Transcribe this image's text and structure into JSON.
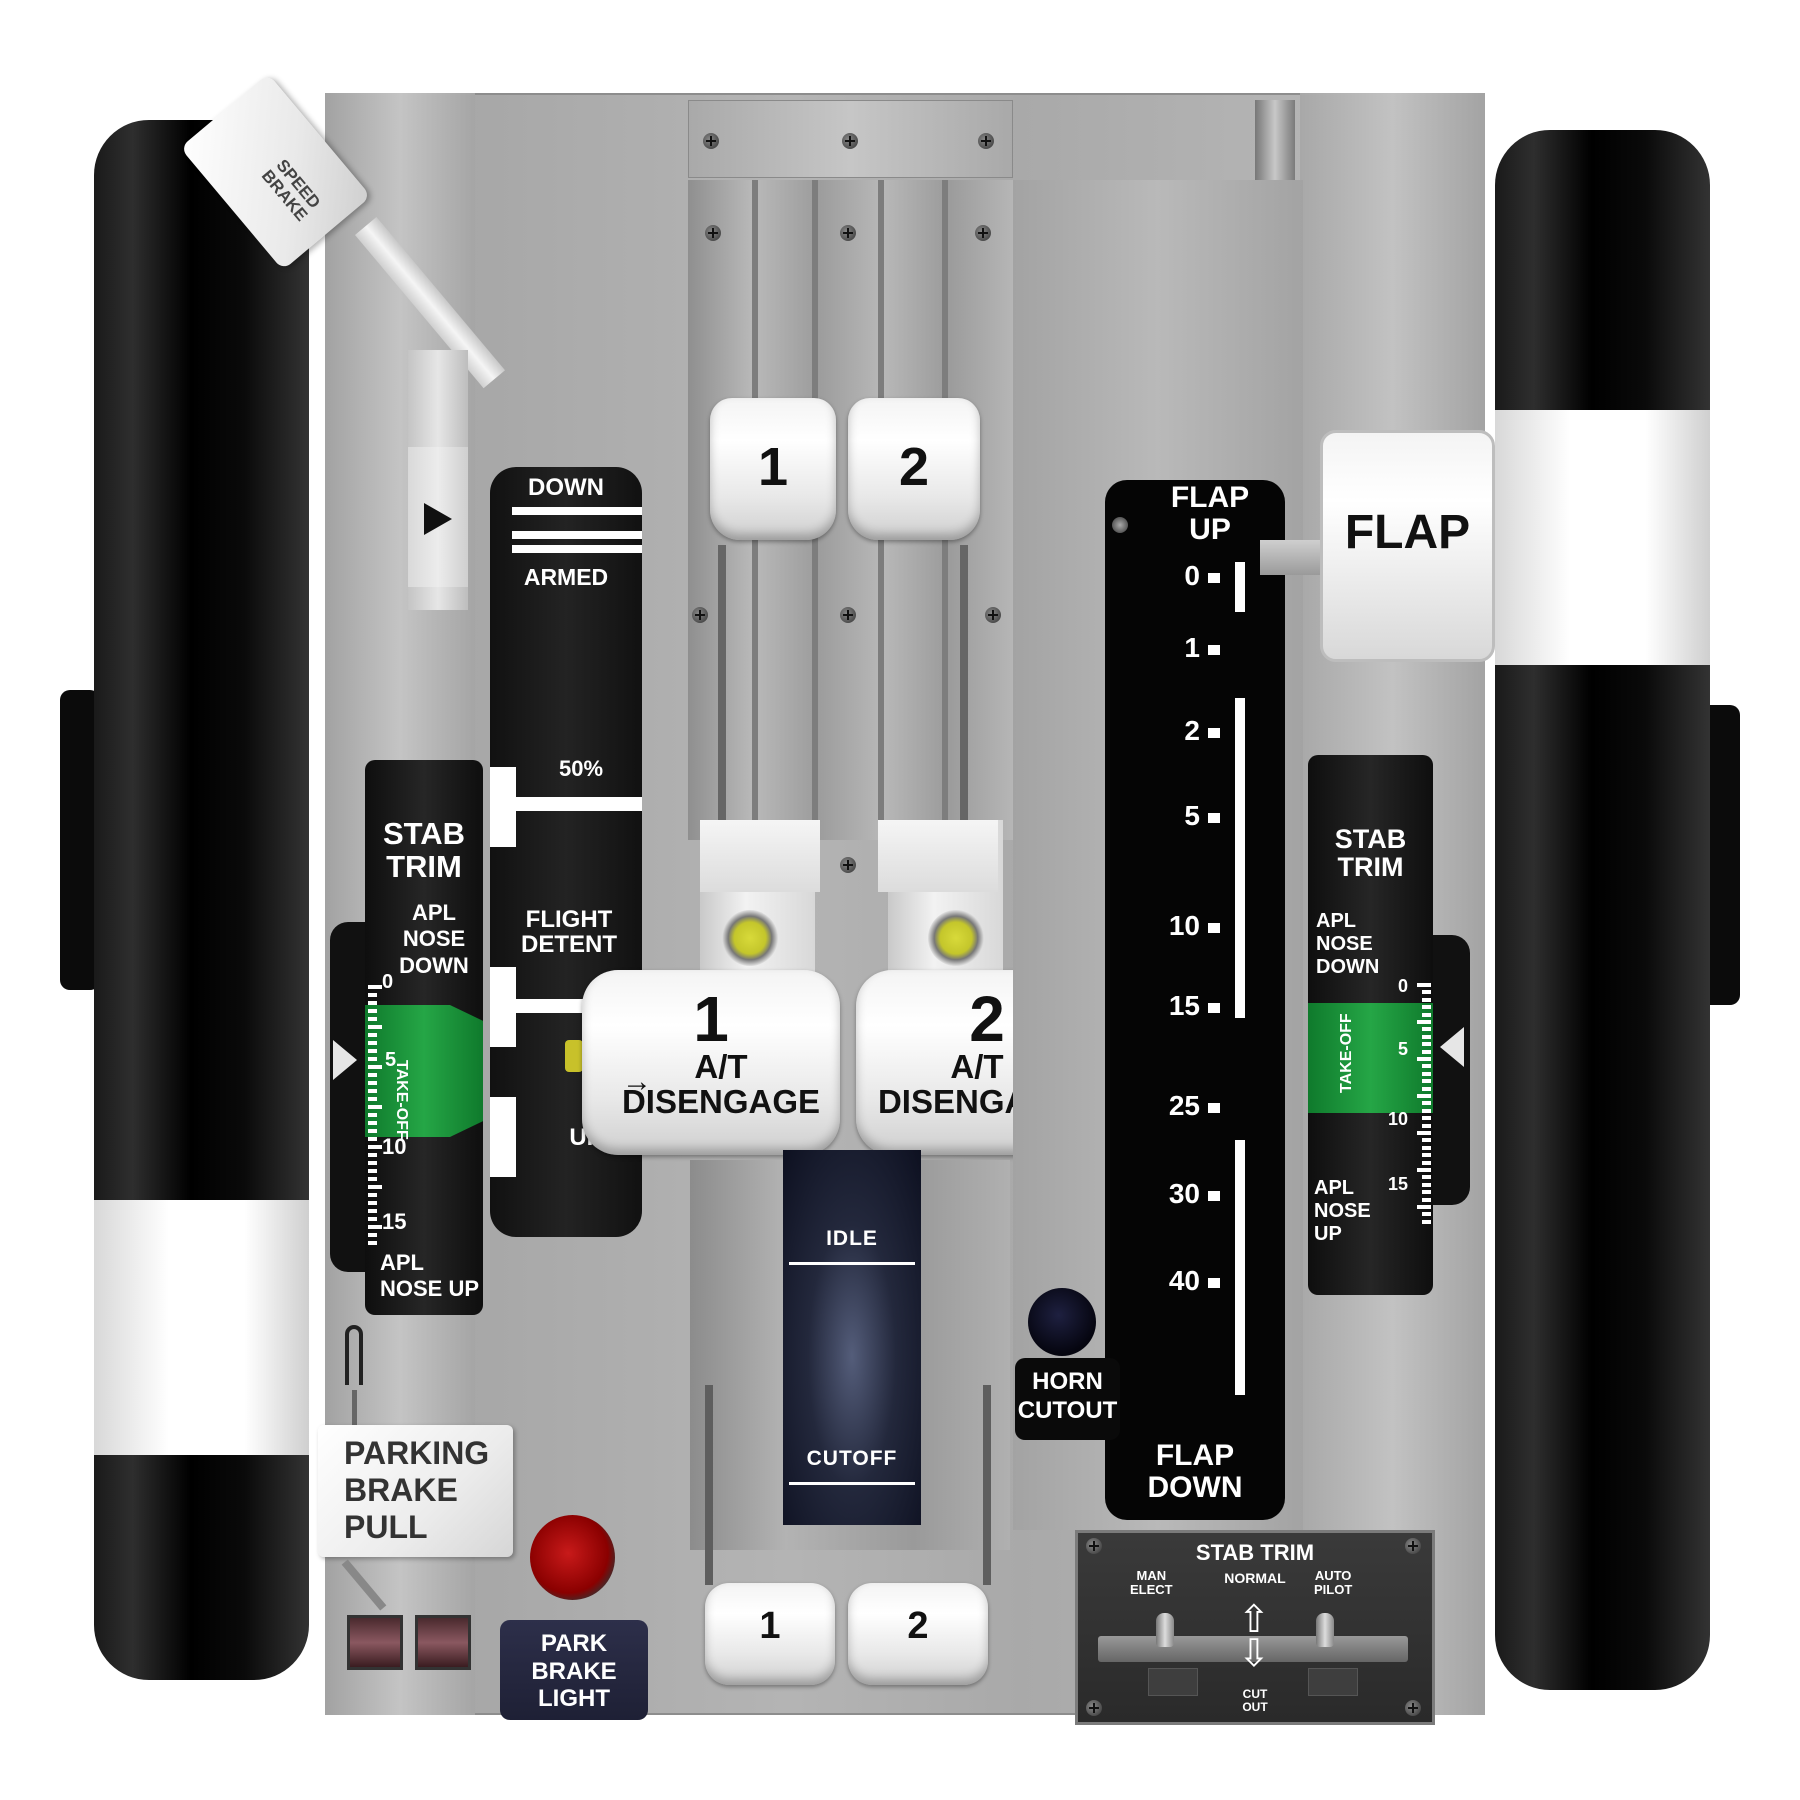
{
  "speed_brake": {
    "handle_label": "SPEED\nBRAKE",
    "scale": {
      "down": "DOWN",
      "armed": "ARMED",
      "fifty": "50%",
      "flight_detent": "FLIGHT\nDETENT",
      "up": "UP"
    }
  },
  "stab_trim_left": {
    "title": "STAB\nTRIM",
    "nose_down": "APL\nNOSE\nDOWN",
    "nose_up": "APL\nNOSE UP",
    "ticks": [
      "0",
      "5",
      "10",
      "15"
    ],
    "band": "TAKE-OFF"
  },
  "stab_trim_right": {
    "title": "STAB\nTRIM",
    "nose_down": "APL\nNOSE\nDOWN",
    "nose_up": "APL\nNOSE\nUP",
    "ticks": [
      "0",
      "5",
      "10",
      "15"
    ],
    "band": "TAKE-OFF"
  },
  "thrust_levers": {
    "upper_1": "1",
    "upper_2": "2",
    "at_1": {
      "num": "1",
      "text": "A/T\nDISENGAGE"
    },
    "at_2": {
      "num": "2",
      "text": "A/T\nDISENGAGE"
    },
    "fuel_idle": "IDLE",
    "fuel_cutoff": "CUTOFF",
    "start_1": "1",
    "start_2": "2"
  },
  "flap": {
    "handle_label": "FLAP",
    "up_label": "FLAP\nUP",
    "down_label": "FLAP\nDOWN",
    "positions": [
      "0",
      "1",
      "2",
      "5",
      "10",
      "15",
      "25",
      "30",
      "40"
    ]
  },
  "horn_cutout": {
    "label": "HORN\nCUTOUT"
  },
  "parking_brake": {
    "label": "PARKING\nBRAKE\nPULL",
    "light_label": "PARK\nBRAKE\nLIGHT",
    "light_color": "#b00000"
  },
  "stab_trim_switches": {
    "title": "STAB TRIM",
    "man_elect": "MAN\nELECT",
    "normal": "NORMAL",
    "auto_pilot": "AUTO\nPILOT",
    "cut_out": "CUT\nOUT"
  },
  "colors": {
    "takeoff_band": "#1f9a3e",
    "at_light": "#d2d43a",
    "panel": "#b2b2b2"
  }
}
